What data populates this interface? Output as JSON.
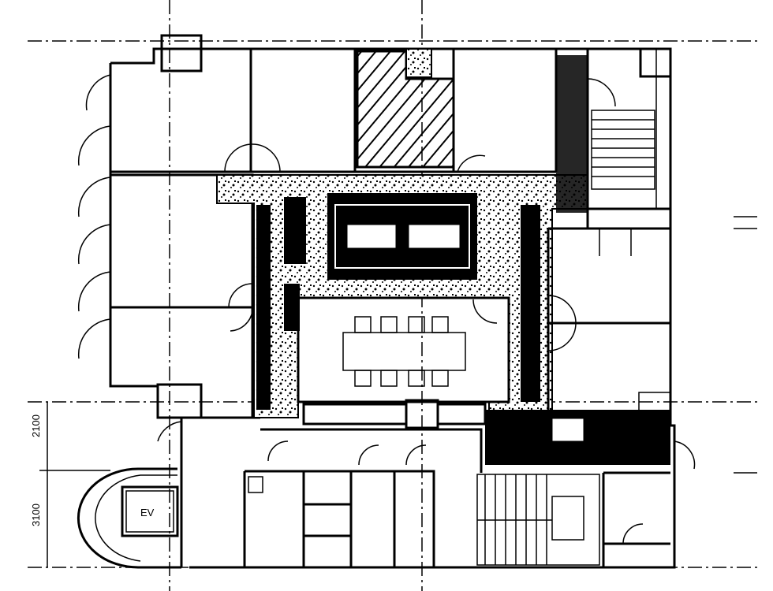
{
  "plan": {
    "elevator_label": "EV",
    "dimensions": [
      "2100",
      "3100"
    ]
  },
  "colors": {
    "line": "#000000",
    "background": "#ffffff"
  }
}
